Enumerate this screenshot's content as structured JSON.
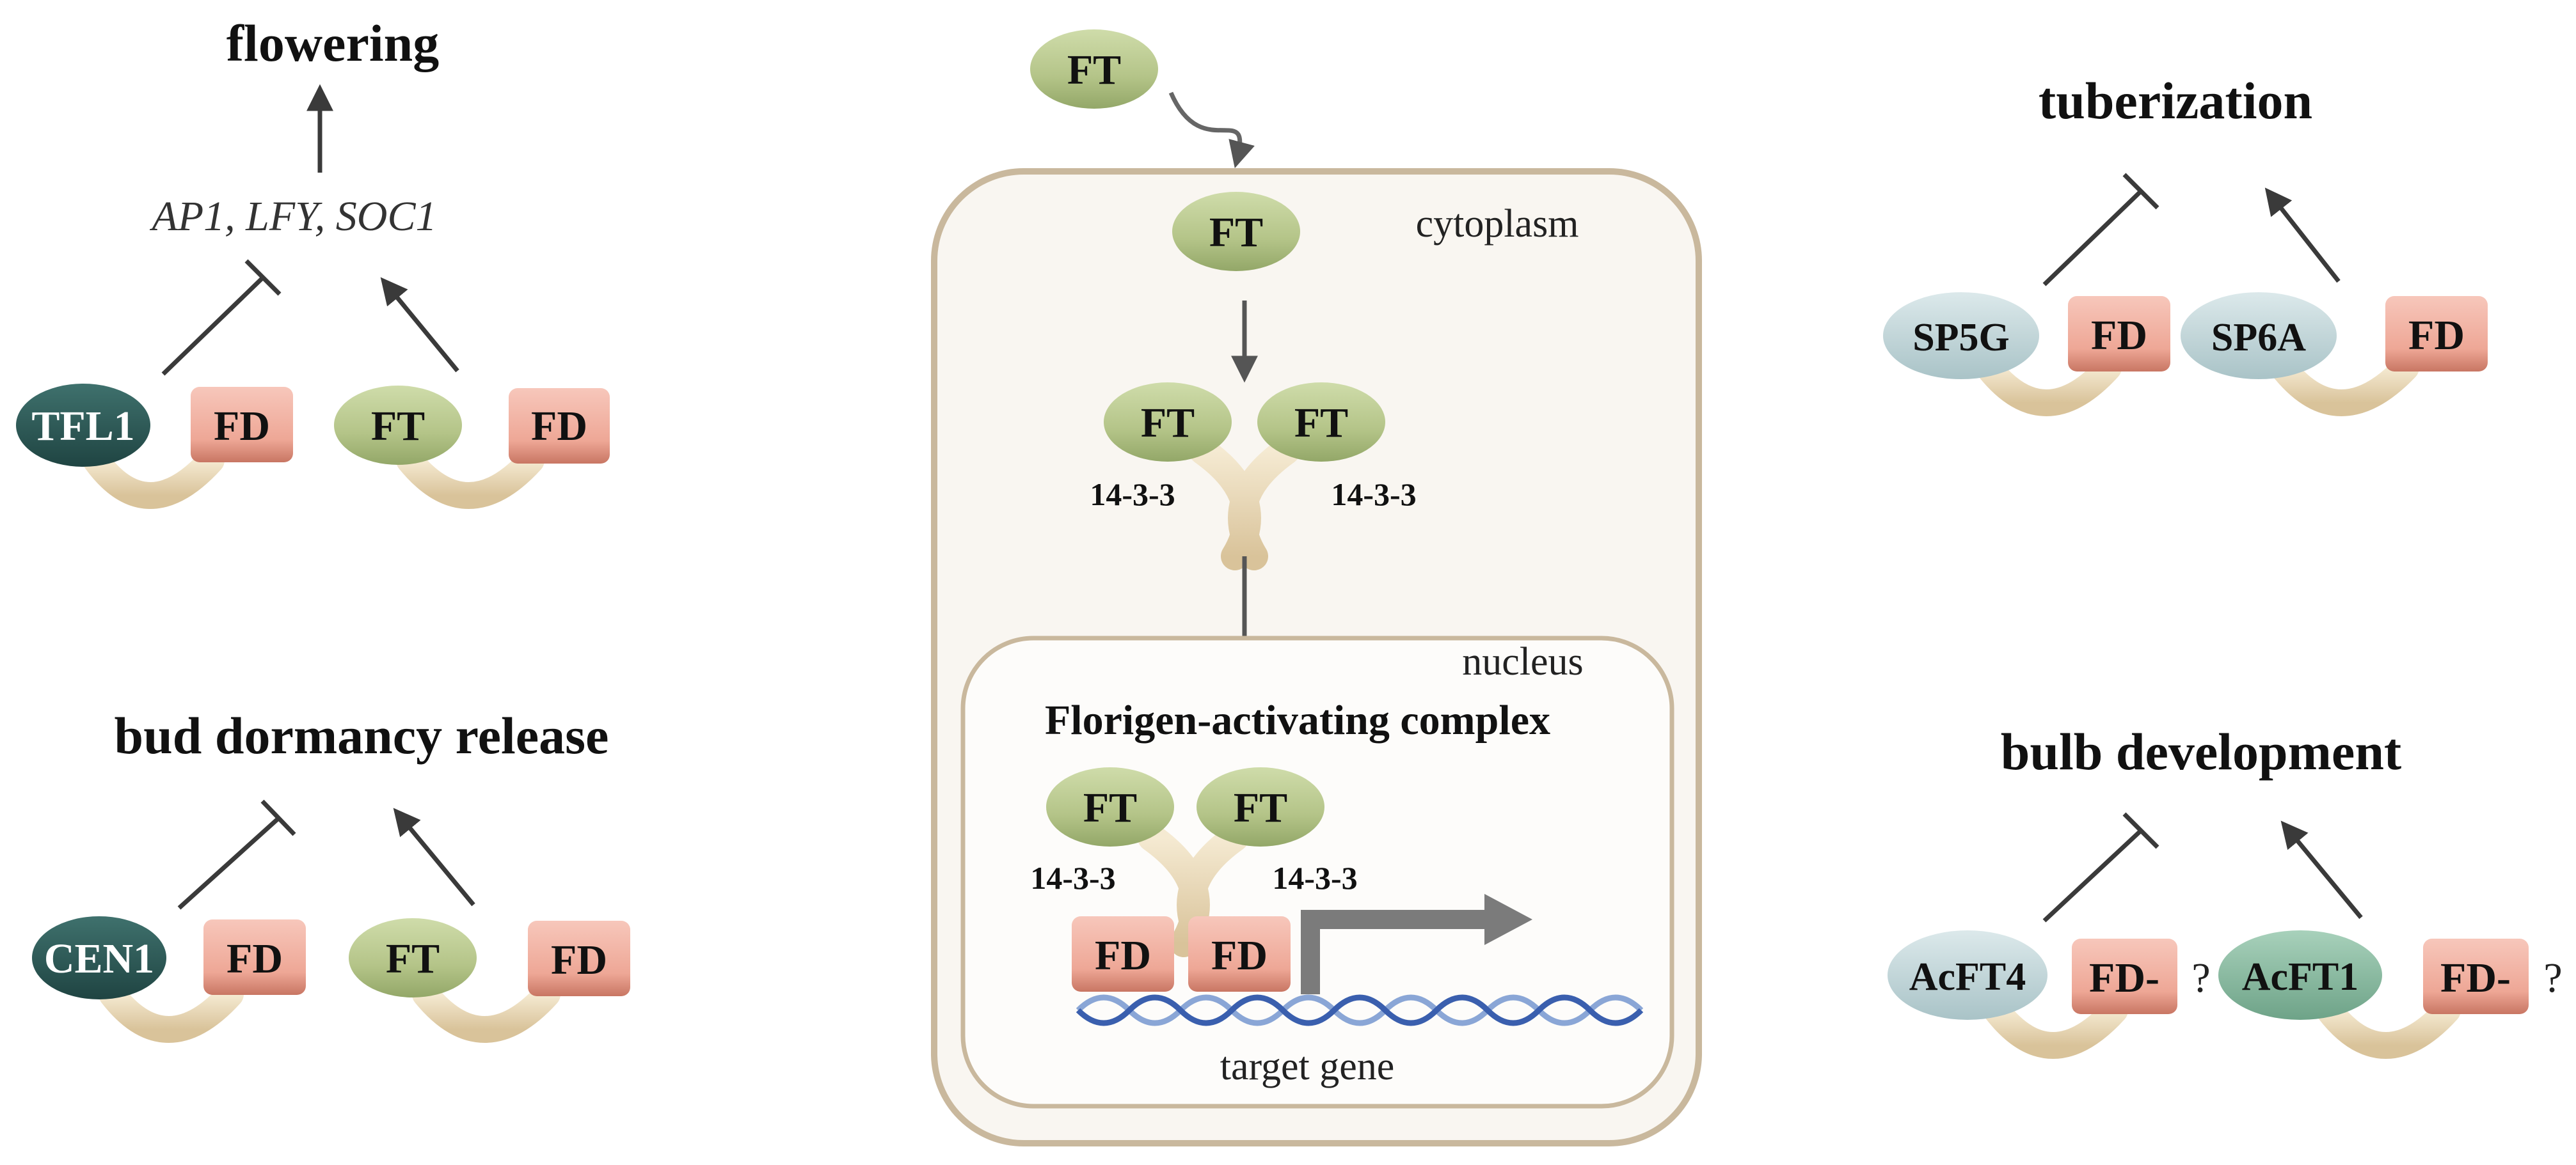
{
  "colors": {
    "ft_fill": "#b8c78e",
    "ft_stroke": "#8fa364",
    "fd_fill": "#f2b4a6",
    "fd_stroke": "#c9806f",
    "dark_teal": "#2e5a57",
    "light_blue": "#c7dadd",
    "green_teal": "#8fbfa6",
    "linker": "#ecdcbc",
    "cell_fill": "#f9f6f1",
    "cell_stroke": "#c9b89d",
    "arrow": "#3a3a3a",
    "dna_dark": "#3a5fae",
    "dna_light": "#8aa6d6",
    "promoter_arrow": "#7b7b7b"
  },
  "flowering": {
    "title": "flowering",
    "genes": "AP1, LFY, SOC1",
    "repressor": "TFL1",
    "activator": "FT",
    "partner_left": "FD",
    "partner_right": "FD"
  },
  "bud": {
    "title": "bud dormancy release",
    "repressor": "CEN1",
    "activator": "FT",
    "partner_left": "FD",
    "partner_right": "FD"
  },
  "center": {
    "ft_outside": "FT",
    "cytoplasm_label": "cytoplasm",
    "ft_cytoplasm": "FT",
    "ft_dimer_left": "FT",
    "ft_dimer_right": "FT",
    "label_1433_left": "14-3-3",
    "label_1433_right": "14-3-3",
    "nucleus_label": "nucleus",
    "complex_title": "Florigen-activating complex",
    "ft_fac_left": "FT",
    "ft_fac_right": "FT",
    "fac_1433_left": "14-3-3",
    "fac_1433_right": "14-3-3",
    "fd_fac_left": "FD",
    "fd_fac_right": "FD",
    "target_gene": "target gene"
  },
  "tuber": {
    "title": "tuberization",
    "repressor": "SP5G",
    "activator": "SP6A",
    "partner_left": "FD",
    "partner_right": "FD"
  },
  "bulb": {
    "title": "bulb development",
    "repressor": "AcFT4",
    "activator": "AcFT1",
    "partner_left": "FD-",
    "partner_right": "FD-",
    "question_left": "?",
    "question_right": "?"
  }
}
